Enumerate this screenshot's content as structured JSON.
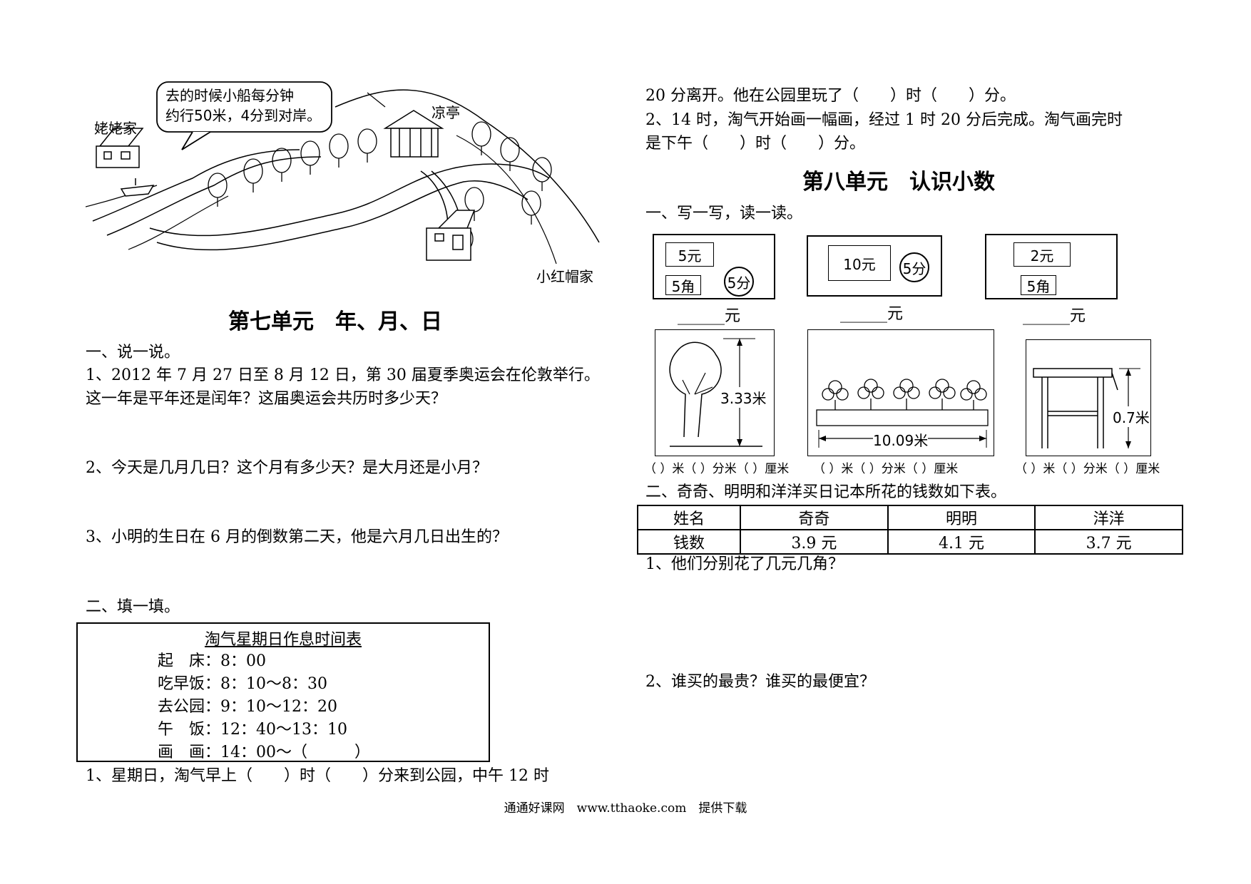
{
  "map": {
    "speech": [
      "去的时候小船每分钟",
      "约行50米，4分到对岸。"
    ],
    "label_grandma": "姥姥家",
    "label_pavilion": "凉亭",
    "label_red_hood": "小红帽家"
  },
  "unit7": {
    "title": "第七单元　年、月、日",
    "section1": "一、说一说。",
    "q1_line1": "1、2012 年 7 月 27 日至 8 月 12 日，第 30 届夏季奥运会在伦敦举行。",
    "q1_line2": "这一年是平年还是闰年？这届奥运会共历时多少天？",
    "q2": "2、今天是几月几日？这个月有多少天？是大月还是小月？",
    "q3": "3、小明的生日在 6 月的倒数第二天，他是六月几日出生的？",
    "section2": "二、填一填。",
    "schedule": {
      "title": "淘气星期日作息时间表",
      "lines": [
        "起　床：8：00",
        "吃早饭：8：10～8：30",
        "去公园：9：10～12：20",
        "午　饭：12：40～13：10",
        "画　画：14：00～（　　　）"
      ]
    },
    "fill_q1_line1": "1、星期日，淘气早上（　　）时（　　）分来到公园，中午 12 时",
    "fill_q1_line2": "20 分离开。他在公园里玩了（　　）时（　　）分。",
    "fill_q2_line1": "2、14 时，淘气开始画一幅画，经过 1 时 20 分后完成。淘气画完时",
    "fill_q2_line2": "是下午（　　）时（　　）分。"
  },
  "unit8": {
    "title": "第八单元　认识小数",
    "section1": "一、写一写，读一读。",
    "money_boxes": [
      {
        "note_big": "5元",
        "note_small": "5角",
        "coin": "5分",
        "answer": "______元"
      },
      {
        "note_big": "10元",
        "coin": "5分",
        "answer": "______元"
      },
      {
        "note_big": "2元",
        "note_small": "5角",
        "answer": "______元"
      }
    ],
    "measures": [
      {
        "value": "3.33米",
        "blank": "（ ）米（ ）分米（ ）厘米"
      },
      {
        "value": "10.09米",
        "blank": "（ ）米（ ）分米（ ）厘米"
      },
      {
        "value": "0.7米",
        "blank": "（ ）米（ ）分米（ ）厘米"
      }
    ],
    "section2": "二、奇奇、明明和洋洋买日记本所花的钱数如下表。",
    "table": {
      "header": [
        "姓名",
        "奇奇",
        "明明",
        "洋洋"
      ],
      "row": [
        "钱数",
        "3.9 元",
        "4.1 元",
        "3.7 元"
      ]
    },
    "q1": "1、他们分别花了几元几角？",
    "q2": "2、谁买的最贵？谁买的最便宜？"
  },
  "footer": "通通好课网　www.tthaoke.com　提供下载"
}
